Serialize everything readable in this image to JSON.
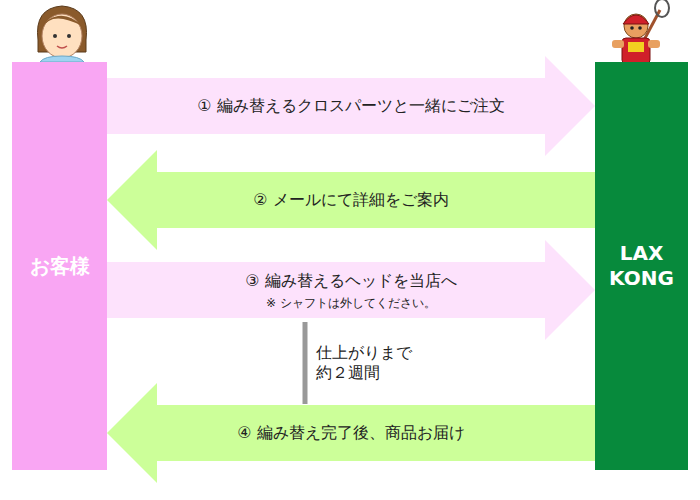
{
  "diagram": {
    "nodes": [
      {
        "text": [
          "お客様"
        ]
      },
      {
        "text": [
          "LAX KONG"
        ]
      }
    ],
    "edges": [
      {
        "from": 0,
        "to": 1,
        "arrow": "to",
        "label": "① 編み替えるクロスパーツと一緒にご注文"
      },
      {
        "from": 1,
        "to": 0,
        "arrow": "to",
        "label": "② メールにて詳細をご案内"
      },
      {
        "from": 0,
        "to": 1,
        "arrow": "to",
        "label": "③ 編み替えるヘッドを当店へ"
      },
      {
        "from": 1,
        "to": 0,
        "arrow": "to",
        "label": "④ 編み替え完了後、商品お届け"
      }
    ],
    "labels": [
      "※ シャフトは外してください。",
      "仕上がりまで 約２週間"
    ]
  }
}
